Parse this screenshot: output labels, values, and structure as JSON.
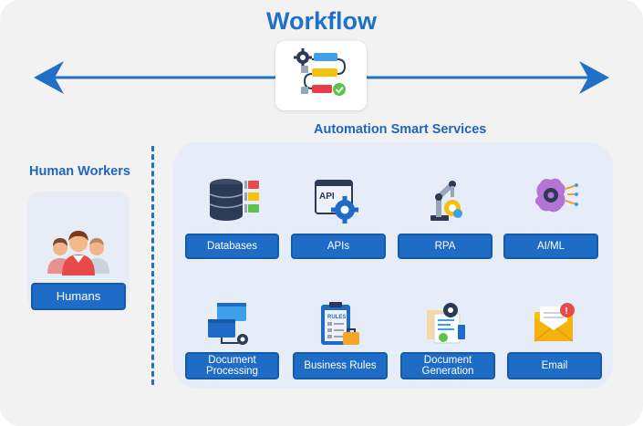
{
  "title": "Workflow",
  "human_section": {
    "title": "Human Workers",
    "button": "Humans"
  },
  "automation_section": {
    "title": "Automation Smart Services",
    "services": [
      {
        "label": "Databases",
        "icon": "database-icon"
      },
      {
        "label": "APIs",
        "icon": "api-gear-icon"
      },
      {
        "label": "RPA",
        "icon": "robot-arm-icon"
      },
      {
        "label": "AI/ML",
        "icon": "brain-gear-icon"
      },
      {
        "label": "Document Processing",
        "icon": "document-processing-icon"
      },
      {
        "label": "Business Rules",
        "icon": "rules-clipboard-icon"
      },
      {
        "label": "Document Generation",
        "icon": "document-generation-icon"
      },
      {
        "label": "Email",
        "icon": "email-notification-icon"
      }
    ]
  },
  "colors": {
    "accent": "#2170c8",
    "button": "#1f6cc7",
    "panel": "#e6edf8",
    "background": "#f2f2f3"
  }
}
